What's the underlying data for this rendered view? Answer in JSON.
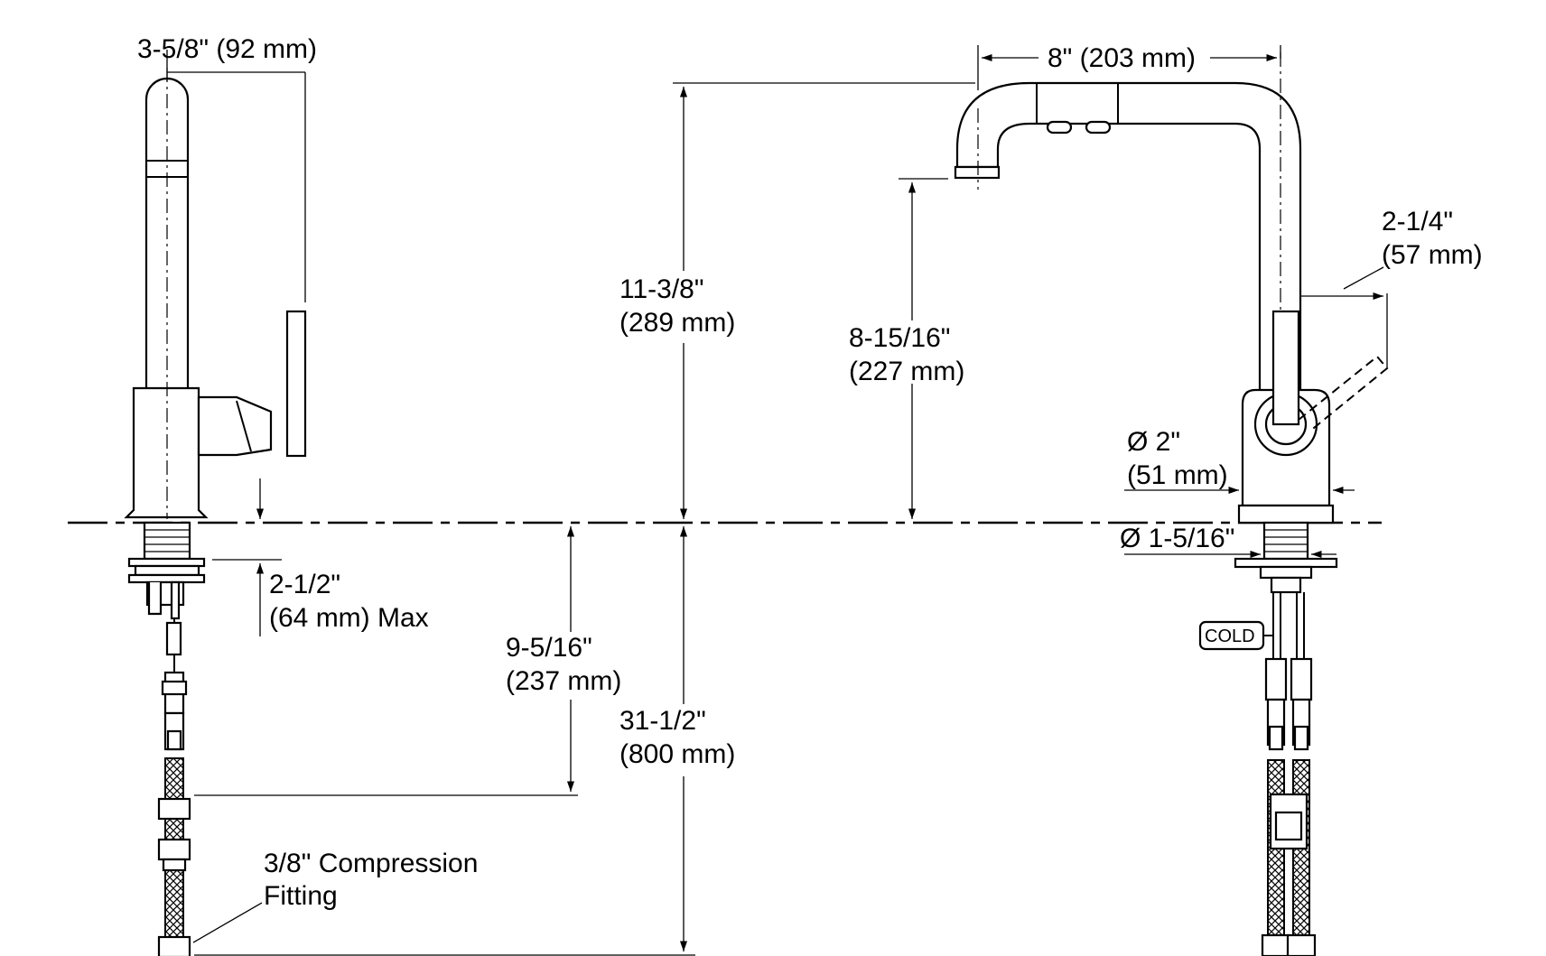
{
  "diagram": {
    "labels": {
      "width_side": "3-5/8\" (92 mm)",
      "spout_reach": "8\" (203 mm)",
      "overall_height_in": "11-3/8\"",
      "overall_height_mm": "(289 mm)",
      "spout_height_in": "8-15/16\"",
      "spout_height_mm": "(227 mm)",
      "handle_clearance_in": "2-1/4\"",
      "handle_clearance_mm": "(57 mm)",
      "base_dia_in": "Ø 2\"",
      "base_dia_mm": "(51 mm)",
      "hole_dia": "Ø 1-5/16\"",
      "deck_thickness_in": "2-1/2\"",
      "deck_thickness_mm": "(64 mm) Max",
      "fitting_depth_in": "9-5/16\"",
      "fitting_depth_mm": "(237 mm)",
      "supply_length_in": "31-1/2\"",
      "supply_length_mm": "(800 mm)",
      "compression_line1": "3/8\" Compression",
      "compression_line2": "Fitting",
      "cold_tag": "COLD"
    }
  }
}
